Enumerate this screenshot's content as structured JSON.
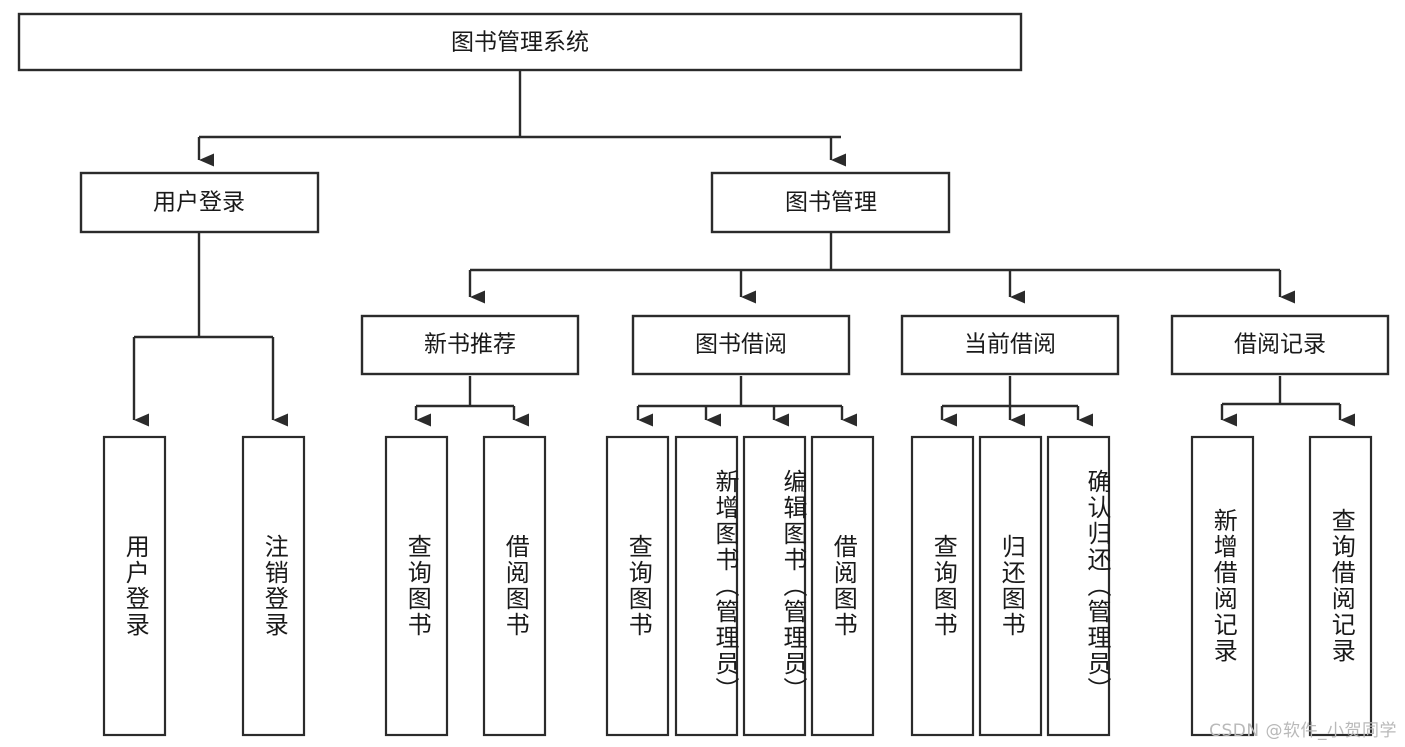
{
  "diagram": {
    "type": "hierarchy-tree",
    "title_node": {
      "id": "root",
      "label": "图书管理系统"
    },
    "level2": [
      {
        "id": "user-login",
        "label": "用户登录"
      },
      {
        "id": "book-manage",
        "label": "图书管理"
      }
    ],
    "level3": [
      {
        "id": "new-book-rec",
        "label": "新书推荐",
        "parent": "book-manage"
      },
      {
        "id": "book-borrow",
        "label": "图书借阅",
        "parent": "book-manage"
      },
      {
        "id": "current-borrow",
        "label": "当前借阅",
        "parent": "book-manage"
      },
      {
        "id": "borrow-record",
        "label": "借阅记录",
        "parent": "book-manage"
      }
    ],
    "leaves": {
      "user-login": [
        {
          "id": "leaf-user-login",
          "label": "用户登录"
        },
        {
          "id": "leaf-logout",
          "label": "注销登录"
        }
      ],
      "new-book-rec": [
        {
          "id": "leaf-query-book-1",
          "label": "查询图书"
        },
        {
          "id": "leaf-borrow-book-1",
          "label": "借阅图书"
        }
      ],
      "book-borrow": [
        {
          "id": "leaf-query-book-2",
          "label": "查询图书"
        },
        {
          "id": "leaf-add-book",
          "label": "新增图书（管理员）"
        },
        {
          "id": "leaf-edit-book",
          "label": "编辑图书（管理员）"
        },
        {
          "id": "leaf-borrow-book-2",
          "label": "借阅图书"
        }
      ],
      "current-borrow": [
        {
          "id": "leaf-query-book-3",
          "label": "查询图书"
        },
        {
          "id": "leaf-return-book",
          "label": "归还图书"
        },
        {
          "id": "leaf-confirm-return",
          "label": "确认归还（管理员）"
        }
      ],
      "borrow-record": [
        {
          "id": "leaf-add-record",
          "label": "新增借阅记录"
        },
        {
          "id": "leaf-query-record",
          "label": "查询借阅记录"
        }
      ]
    },
    "colors": {
      "stroke": "#2b2b2b",
      "fill": "#ffffff",
      "text": "#1a1a1a",
      "watermark": "#b9b9b9"
    }
  },
  "watermark": {
    "text": "CSDN @软件_小贺同学"
  }
}
